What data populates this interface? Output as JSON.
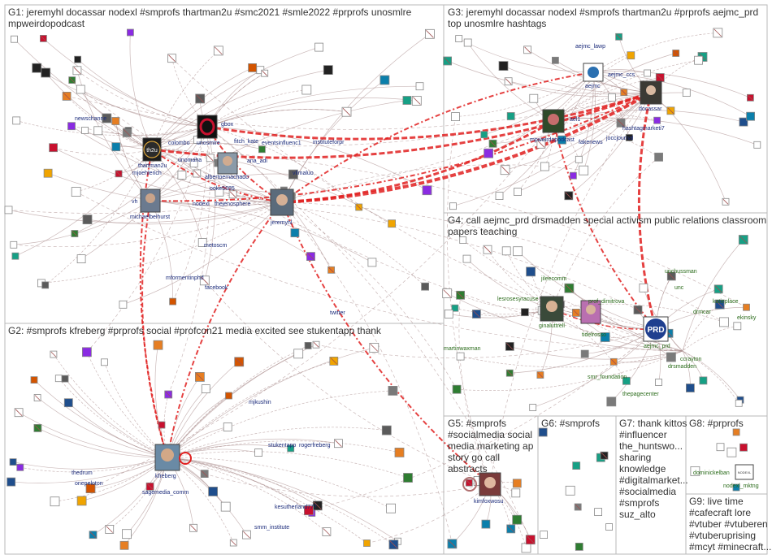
{
  "groups": [
    {
      "id": "g1",
      "lines": [
        "G1: jeremyhl docassar nodexl #smprofs thartman2u #smc2021 #smle2022 #prprofs unosmlre",
        "mpweirdopodcast"
      ]
    },
    {
      "id": "g2",
      "lines": [
        "G2: #smprofs kfreberg #prprofs social #profcon21 media excited see stukentapp thank"
      ]
    },
    {
      "id": "g3",
      "lines": [
        "G3: jeremyhl docassar nodexl #smprofs thartman2u #prprofs aejmc_prd",
        "top unosmlre hashtags"
      ]
    },
    {
      "id": "g4",
      "lines": [
        "G4: call aejmc_prd drsmadden special activism public relations classroom",
        "papers teaching"
      ]
    },
    {
      "id": "g5",
      "lines": [
        "G5: #smprofs",
        "#socialmedia social",
        "media marketing ap",
        "story go call",
        "abstracts"
      ]
    },
    {
      "id": "g6",
      "lines": [
        "G6: #smprofs"
      ]
    },
    {
      "id": "g7",
      "lines": [
        "G7: thank kittos",
        "#influencer",
        "the_huntswo...",
        "sharing",
        "knowledge",
        "#digitalmarket...",
        "#socialmedia",
        "#smprofs",
        "suz_alto"
      ]
    },
    {
      "id": "g8",
      "lines": [
        "G8: #prprofs"
      ]
    },
    {
      "id": "g9",
      "lines": [
        "G9: live time",
        "#cafecraft lore",
        "#vtuber #vtuberen",
        "#vtuberuprising",
        "#mcyt #minecraft..."
      ]
    }
  ],
  "node_labels": {
    "g1": [
      "newschanne",
      "thartman2u",
      "mjoehlerich",
      "vh",
      "michaelbeihurst",
      "colombo",
      "unosmlre",
      "unomaha",
      "gbox",
      "fitch_kate",
      "eventsinfluenc1",
      "instituteforpr",
      "ana_adi",
      "albertoemachado",
      "ooke5685",
      "nodexl",
      "thejenosphere",
      "jeremyhl",
      "vlimaluo",
      "mformentinphd",
      "metoscm",
      "facebook",
      "twitter"
    ],
    "g2": [
      "mjkushin",
      "stukentapp",
      "rogerfreberg",
      "kfreberg",
      "thedrum",
      "onepeloton",
      "sagemedia_comm",
      "kesutherland777",
      "smm_institute"
    ],
    "g3": [
      "aejmc_lawp",
      "aejmc",
      "aejmc_ccs",
      "docassar",
      "hashtagmarketi7",
      "ael1",
      "mpweirdopodcast",
      "fakenews",
      "joccjournal"
    ],
    "g4": [
      "lesrosesyracuse",
      "jileecomm",
      "ginaluttrell",
      "prof_dimitrova",
      "tidelrosso",
      "aejmc_prd",
      "martinwaxman",
      "smr_foundation",
      "thepagecenter",
      "unchussman",
      "unc",
      "katieplace",
      "drmcar",
      "ekinsky",
      "ccrayton",
      "drsmadden"
    ],
    "g5": [
      "kimfoxwosu"
    ],
    "g8": [
      "dominickelban",
      "nodexl_mktng"
    ]
  },
  "icons": {
    "logo_th2u": "th2u",
    "logo_prd": "PRD",
    "logo_nodexl": "NODEXL"
  },
  "colors": {
    "edge": "#a08080",
    "edge_strong": "#e02020",
    "box": "#b9b9b9",
    "label_blue": "#1a2a7a",
    "label_green": "#2a6b1a"
  }
}
